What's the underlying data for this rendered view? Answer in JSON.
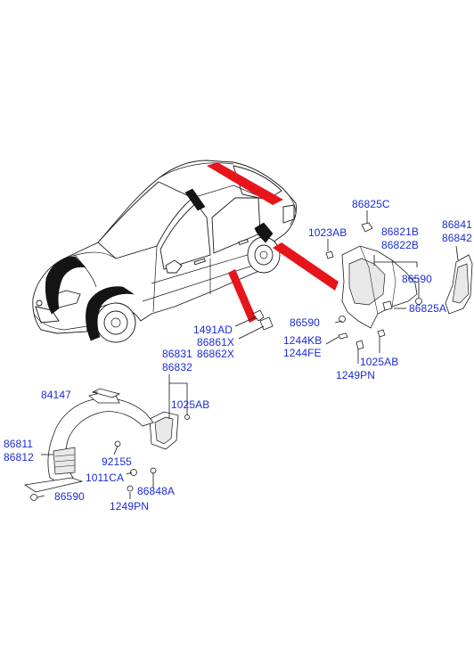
{
  "diagram": {
    "labels": {
      "p86825C": "86825C",
      "p1023AB": "1023AB",
      "p86821B": "86821B",
      "p86822B": "86822B",
      "p86841": "86841",
      "p86842": "86842",
      "p86590_right": "86590",
      "p86590_mid": "86590",
      "p86825A": "86825A",
      "p1244KB": "1244KB",
      "p1244FE": "1244FE",
      "p1025AB_right": "1025AB",
      "p1249PN_right": "1249PN",
      "p1491AD": "1491AD",
      "p86861X": "86861X",
      "p86862X": "86862X",
      "p86831": "86831",
      "p86832": "86832",
      "p1025AB_left": "1025AB",
      "p84147": "84147",
      "p86811": "86811",
      "p86812": "86812",
      "p92155": "92155",
      "p1011CA": "1011CA",
      "p86848A": "86848A",
      "p86590_left": "86590",
      "p1249PN_left": "1249PN"
    },
    "colors": {
      "label": "#1a2bd6",
      "pointer": "#e8141b",
      "line": "#111111",
      "liner_fill": "#141414"
    }
  }
}
